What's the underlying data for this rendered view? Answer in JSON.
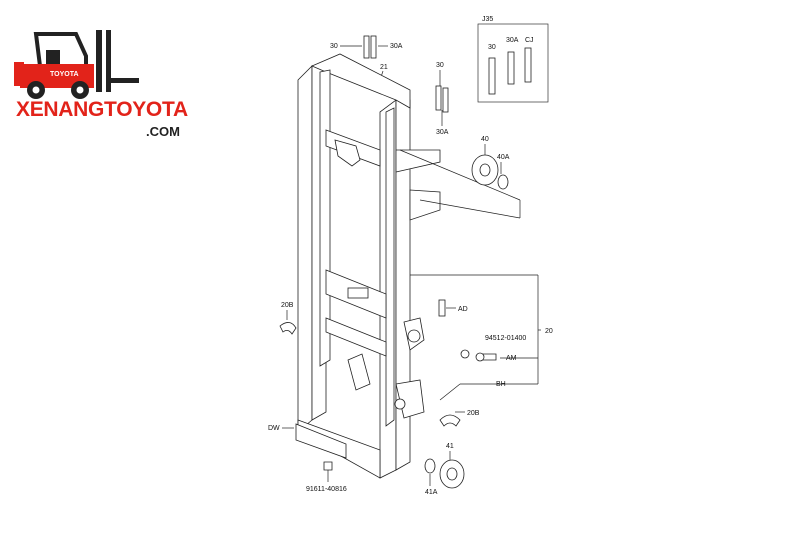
{
  "logo": {
    "brand": "XENANGTOYOTA",
    "domain": ".COM",
    "badge": "TOYOTA"
  },
  "callouts": {
    "j35": "J35",
    "c30_top": "30",
    "c30a_top": "30A",
    "c21": "21",
    "c30_mid": "30",
    "c30a_mid": "30A",
    "j35_30": "30",
    "j35_30a": "30A",
    "j35_cj": "CJ",
    "c40": "40",
    "c40a": "40A",
    "cad": "AD",
    "c20": "20",
    "c94512": "94512-01400",
    "cam": "AM",
    "cbh": "BH",
    "c20b_left": "20B",
    "c20b_right": "20B",
    "cdw": "DW",
    "c41": "41",
    "c41a": "41A",
    "c91611": "91611-40816"
  }
}
